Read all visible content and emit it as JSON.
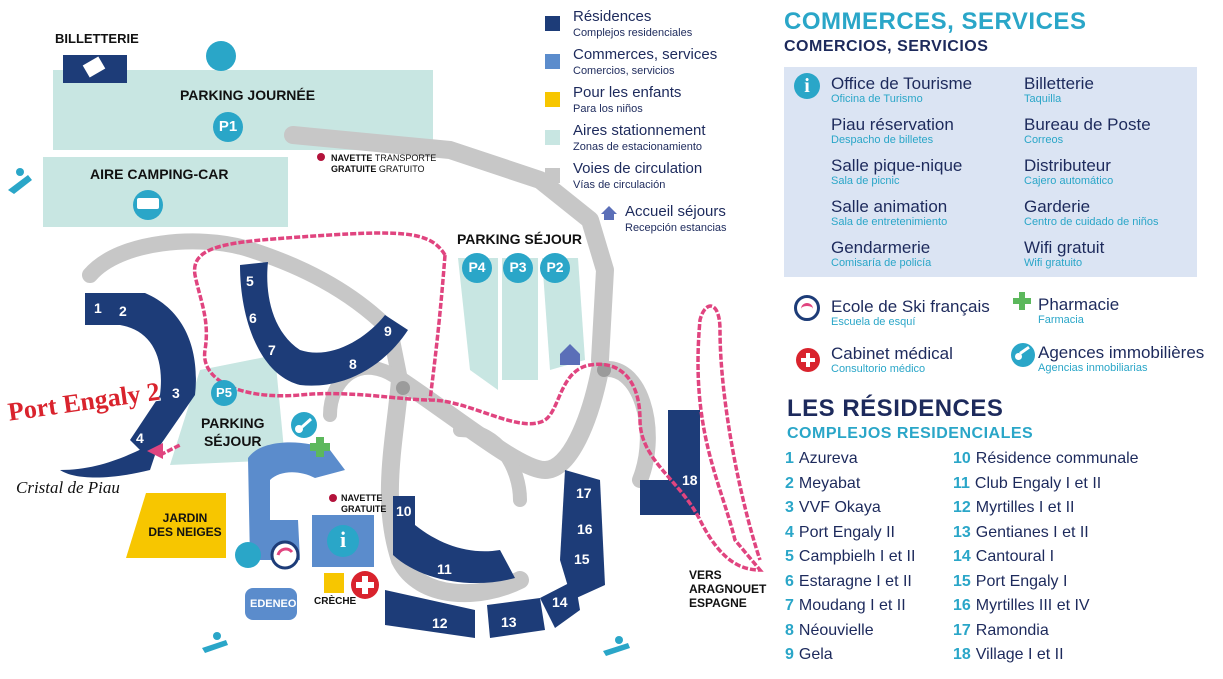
{
  "map_labels": {
    "billetterie": "BILLETTERIE",
    "parking_journee": "PARKING JOURNÉE",
    "aire_camping_car": "AIRE CAMPING-CAR",
    "navette_top_a": "NAVETTE",
    "navette_top_b": "TRANSPORTE",
    "navette_top_c": "GRATUITE",
    "navette_top_d": "GRATUITO",
    "parking_sejour_right": "PARKING SÉJOUR",
    "parking_sejour_left_a": "PARKING",
    "parking_sejour_left_b": "SÉJOUR",
    "port_engaly_2": "Port Engaly 2",
    "cristal_de_piau": "Cristal de Piau",
    "jardin_a": "JARDIN",
    "jardin_b": "DES NEIGES",
    "navette_bottom_a": "NAVETTE",
    "navette_bottom_b": "GRATUITE",
    "creche": "CRÈCHE",
    "edeneo": "EDENEO",
    "vers_a": "VERS",
    "vers_b": "ARAGNOUET",
    "vers_c": "ESPAGNE",
    "p1": "P1",
    "p2": "P2",
    "p3": "P3",
    "p4": "P4",
    "p5": "P5",
    "info": "i",
    "building_numbers": [
      "1",
      "2",
      "3",
      "4",
      "5",
      "6",
      "7",
      "8",
      "9",
      "10",
      "11",
      "12",
      "13",
      "14",
      "15",
      "16",
      "17",
      "18"
    ]
  },
  "legend": [
    {
      "title": "Résidences",
      "sub": "Complejos residenciales",
      "color": "#1d3c78"
    },
    {
      "title": "Commerces, services",
      "sub": "Comercios, servicios",
      "color": "#5b8ccc"
    },
    {
      "title": "Pour les enfants",
      "sub": "Para los niños",
      "color": "#f7c600"
    },
    {
      "title": "Aires stationnement",
      "sub": "Zonas de estacionamiento",
      "color": "#c8e6e2"
    },
    {
      "title": "Voies de circulation",
      "sub": "Vías de circulación",
      "color": "#c7c7c7"
    }
  ],
  "legend_accueil": {
    "title": "Accueil séjours",
    "sub": "Recepción estancias"
  },
  "services": {
    "heading": "COMMERCES, SERVICES",
    "subheading": "COMERCIOS, SERVICIOS",
    "grid": [
      {
        "main": "Office de Tourisme",
        "sub": "Oficina de Turismo"
      },
      {
        "main": "Billetterie",
        "sub": "Taquilla"
      },
      {
        "main": "Piau réservation",
        "sub": "Despacho de billetes"
      },
      {
        "main": "Bureau de Poste",
        "sub": "Correos"
      },
      {
        "main": "Salle pique-nique",
        "sub": "Sala de picnic"
      },
      {
        "main": "Distributeur",
        "sub": "Cajero automático"
      },
      {
        "main": "Salle animation",
        "sub": "Sala de entretenimiento"
      },
      {
        "main": "Garderie",
        "sub": "Centro de cuidado de niños"
      },
      {
        "main": "Gendarmerie",
        "sub": "Comisaría de policía"
      },
      {
        "main": "Wifi gratuit",
        "sub": "Wifi gratuito"
      }
    ],
    "extra": [
      {
        "main": "Ecole de Ski français",
        "sub": "Escuela de esquí"
      },
      {
        "main": "Pharmacie",
        "sub": "Farmacia"
      },
      {
        "main": "Cabinet médical",
        "sub": "Consultorio médico"
      },
      {
        "main": "Agences immobilières",
        "sub": "Agencias inmobiliarias"
      }
    ]
  },
  "residences": {
    "heading": "LES RÉSIDENCES",
    "subheading": "COMPLEJOS RESIDENCIALES",
    "items": [
      {
        "num": "1",
        "name": "Azureva"
      },
      {
        "num": "2",
        "name": "Meyabat"
      },
      {
        "num": "3",
        "name": "VVF Okaya"
      },
      {
        "num": "4",
        "name": "Port Engaly II"
      },
      {
        "num": "5",
        "name": "Campbielh I et II"
      },
      {
        "num": "6",
        "name": "Estaragne I et II"
      },
      {
        "num": "7",
        "name": "Moudang I et II"
      },
      {
        "num": "8",
        "name": "Néouvielle"
      },
      {
        "num": "9",
        "name": "Gela"
      },
      {
        "num": "10",
        "name": "Résidence communale"
      },
      {
        "num": "11",
        "name": "Club Engaly I et II"
      },
      {
        "num": "12",
        "name": "Myrtilles I et II"
      },
      {
        "num": "13",
        "name": "Gentianes I et II"
      },
      {
        "num": "14",
        "name": "Cantoural I"
      },
      {
        "num": "15",
        "name": "Port Engaly I"
      },
      {
        "num": "16",
        "name": "Myrtilles III et IV"
      },
      {
        "num": "17",
        "name": "Ramondia"
      },
      {
        "num": "18",
        "name": "Village I et II"
      }
    ]
  },
  "colors": {
    "residence": "#1d3c78",
    "commerce": "#5b8ccc",
    "children": "#f7c600",
    "parking": "#c8e6e2",
    "road": "#c7c7c7",
    "accent": "#2aa6c8",
    "route": "#e0447f",
    "services_panel": "#dbe4f3"
  }
}
